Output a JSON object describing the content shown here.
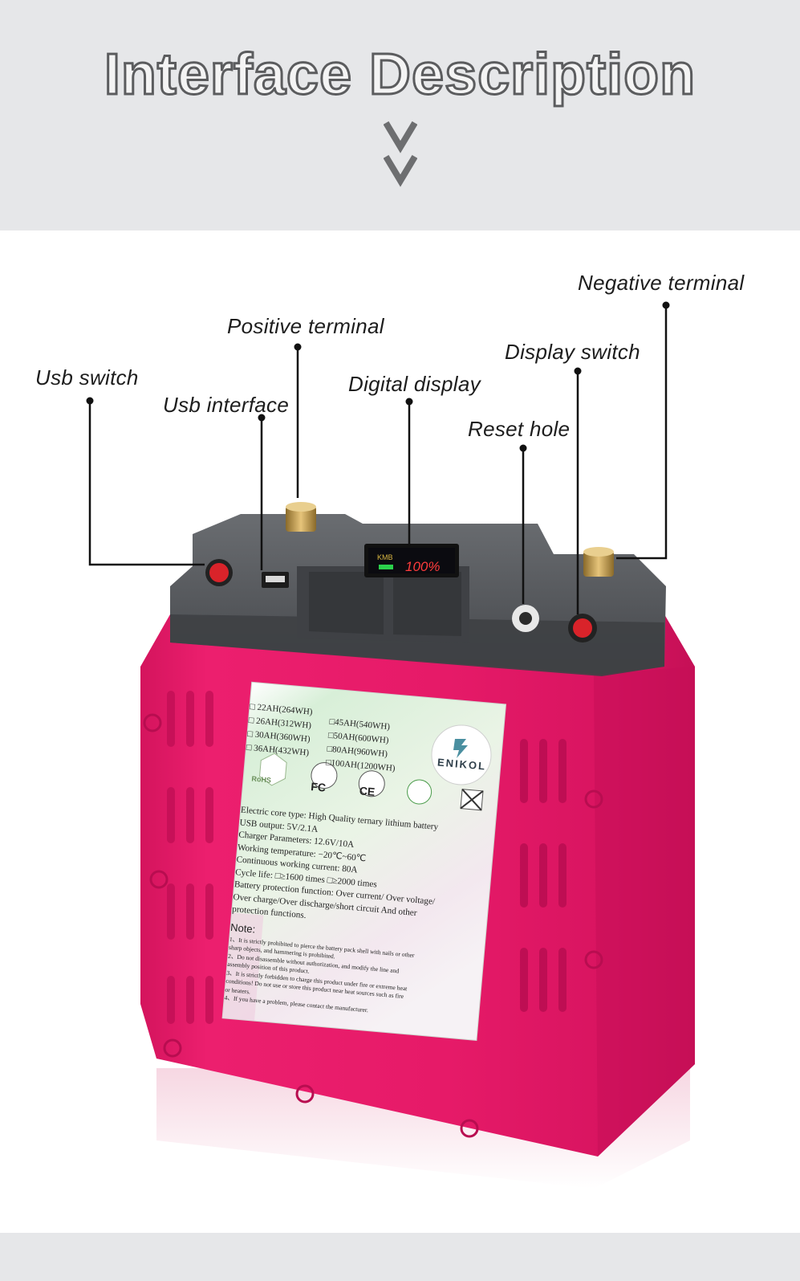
{
  "header": {
    "title": "Interface Description"
  },
  "callouts": {
    "usb_switch": "Usb switch",
    "usb_interface": "Usb interface",
    "positive_terminal": "Positive terminal",
    "digital_display": "Digital display",
    "reset_hole": "Reset hole",
    "display_switch": "Display switch",
    "negative_terminal": "Negative terminal"
  },
  "display": {
    "brand": "KMB",
    "percent": "100%"
  },
  "label": {
    "capacities_left": [
      "22AH(264WH)",
      "26AH(312WH)",
      "30AH(360WH)",
      "36AH(432WH)"
    ],
    "capacities_right": [
      "45AH(540WH)",
      "50AH(600WH)",
      "80AH(960WH)",
      "100AH(1200WH)"
    ],
    "brand": "ENIKOL",
    "certs": {
      "rohs": "RoHS",
      "fc": "FC",
      "ce": "CE"
    },
    "specs": [
      "Electric core type:  High Quality ternary lithium battery",
      "USB output:  5V/2.1A",
      "Charger Parameters:  12.6V/10A",
      "Working temperature:  −20℃~60℃",
      "Continuous working current:  80A",
      "Cycle life: □≥1600 times □≥2000 times",
      "Battery protection function:  Over current/ Over voltage/",
      "Over charge/Over discharge/short circuit And other",
      "protection functions."
    ],
    "note_title": "Note:",
    "notes": [
      "1、It is strictly prohibited to pierce the battery pack shell with nails or other",
      "sharp objects, and hammering is prohibited.",
      "2、Do not disassemble without authorization, and modify the line and",
      "assembly position of this product.",
      "3、It is strictly forbidden to charge this product under fire or extreme heat",
      "conditions! Do not use or store this product near heat sources such as fire",
      "or heaters.",
      "4、If you have a problem, please contact the manufacturer."
    ]
  },
  "colors": {
    "case": "#e8196a",
    "lid": "#55585c",
    "header_bg": "#e6e7e9"
  }
}
